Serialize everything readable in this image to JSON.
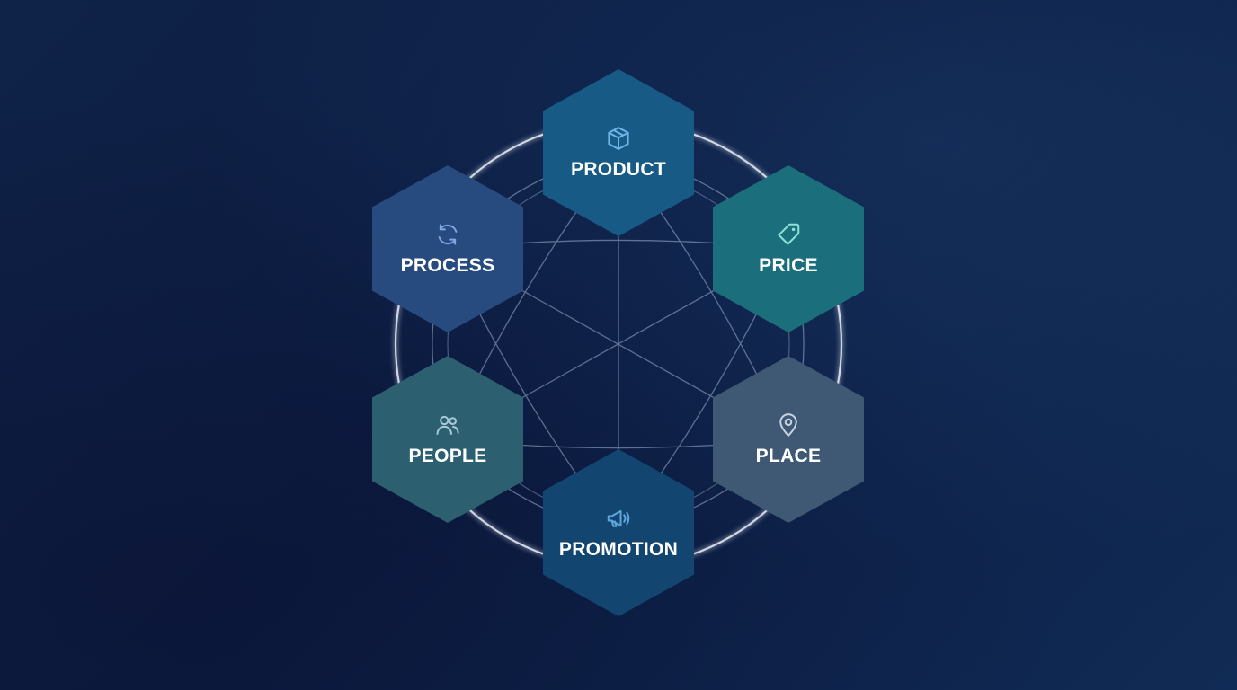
{
  "nodes": [
    {
      "key": "product",
      "label": "PRODUCT",
      "icon": "box-icon",
      "color": "#165a85",
      "icon_color": "#6fb4e6"
    },
    {
      "key": "price",
      "label": "PRICE",
      "icon": "tag-icon",
      "color": "#1b6f7c",
      "icon_color": "#8ee0d8"
    },
    {
      "key": "place",
      "label": "PLACE",
      "icon": "map-pin-icon",
      "color": "#3f5974",
      "icon_color": "#c6d4e2"
    },
    {
      "key": "promotion",
      "label": "PROMOTION",
      "icon": "megaphone-icon",
      "color": "#124670",
      "icon_color": "#5fa6dd"
    },
    {
      "key": "people",
      "label": "PEOPLE",
      "icon": "users-icon",
      "color": "#2c5f70",
      "icon_color": "#a8c8d8"
    },
    {
      "key": "process",
      "label": "PROCESS",
      "icon": "refresh-icon",
      "color": "#284b7f",
      "icon_color": "#7fa6e6"
    }
  ],
  "colors": {
    "background": "#0c1c43",
    "ring": "#e6ecf5",
    "lines": "#8fa6c8"
  }
}
